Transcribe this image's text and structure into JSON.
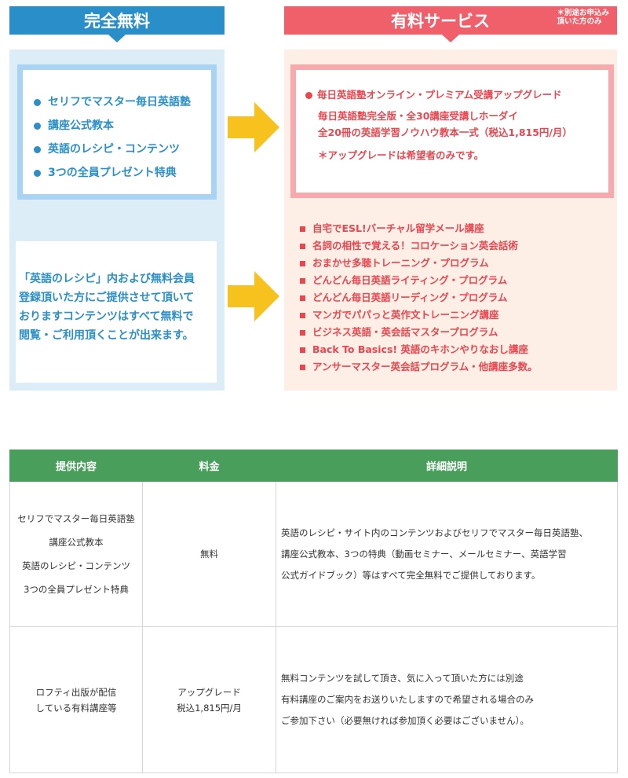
{
  "free": {
    "header": "完全無料",
    "items": [
      "セリフでマスター毎日英語塾",
      "講座公式教本",
      "英語のレシピ・コンテンツ",
      "3つの全員プレゼント特典"
    ],
    "note": "「英語のレシピ」内および無料会員\n登録頂いた方にご提供させて頂いて\nおりますコンテンツはすべて無料で\n閲覧・ご利用頂くことが出来ます。"
  },
  "paid": {
    "header": "有料サービス",
    "header_note": "＊別途お申込み\n頂いた方のみ",
    "lead": "毎日英語塾オンライン・プレミアム受講アップグレード",
    "detail": "毎日英語塾完全版・全30講座受講しホーダイ\n全20冊の英語学習ノウハウ教本一式（税込1,815円/月）",
    "asterisk": "＊アップグレードは希望者のみです。",
    "courses": [
      "自宅でESL!バーチャル留学メール講座",
      "名詞の相性で覚える！コロケーション英会話術",
      "おまかせ多聴トレーニング・プログラム",
      "どんどん毎日英語ライティング・プログラム",
      "どんどん毎日英語リーディング・プログラム",
      "マンガでパパっと英作文トレーニング講座",
      "ビジネス英語・英会話マスタープログラム",
      "Back To Basics! 英語のキホンやりなおし講座",
      "アンサーマスター英会話プログラム・他講座多数。"
    ]
  },
  "table": {
    "headers": [
      "提供内容",
      "料金",
      "詳細説明"
    ],
    "rows": [
      {
        "content": "セリフでマスター毎日英語塾\n講座公式教本\n英語のレシピ・コンテンツ\n3つの全員プレゼント特典",
        "price": "無料",
        "detail": "英語のレシピ・サイト内のコンテンツおよびセリフでマスター毎日英語塾、\n講座公式教本、3つの特典（動画セミナー、メールセミナー、英語学習\n公式ガイドブック）等はすべて完全無料でご提供しております。"
      },
      {
        "content": "ロフティ出版が配信\nしている有料講座等",
        "price": "アップグレード\n税込1,815円/月",
        "detail": "無料コンテンツを試して頂き、気に入って頂いた方には別途\n有料講座のご案内をお送りいたしますので希望される場合のみ\nご参加下さい（必要無ければ参加頂く必要はございません）。"
      }
    ]
  },
  "colors": {
    "free_accent": "#2a8fc9",
    "paid_accent": "#e8474f",
    "table_header": "#4a9e5c",
    "arrow": "#f7c21e"
  }
}
